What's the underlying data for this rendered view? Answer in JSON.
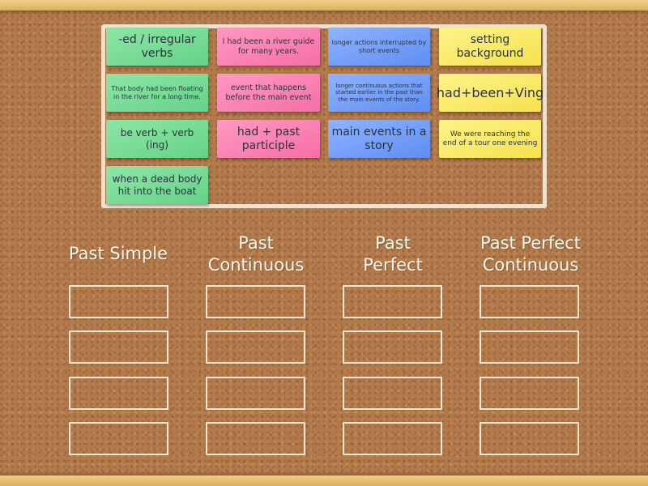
{
  "activity": {
    "type": "group-sort",
    "colors": {
      "green": "#7ddc98",
      "pink": "#f784b3",
      "blue": "#77a0f8",
      "yellow": "#f9ea6c",
      "cork": "#b27a4b",
      "frame": "#e6c073",
      "chalk": "#f6e6d2"
    }
  },
  "cards": [
    {
      "text": "-ed / irregular verbs",
      "color": "green"
    },
    {
      "text": "I had been a river guide for many years.",
      "color": "pink"
    },
    {
      "text": "longer actions interrupted by short events",
      "color": "blue"
    },
    {
      "text": "setting background",
      "color": "yellow"
    },
    {
      "text": "That body had been floating in the river for a long time.",
      "color": "green"
    },
    {
      "text": "event that happens before the main event",
      "color": "pink"
    },
    {
      "text": "longer continuous actions that started earlier in the past than the main events of the story.",
      "color": "blue"
    },
    {
      "text": "had+been+Ving",
      "color": "yellow"
    },
    {
      "text": "be verb + verb (ing)",
      "color": "green"
    },
    {
      "text": "had + past participle",
      "color": "pink"
    },
    {
      "text": "main events in a story",
      "color": "blue"
    },
    {
      "text": "We were reaching the end of a tour one evening",
      "color": "yellow"
    },
    {
      "text": "when a dead body hit into the boat",
      "color": "green"
    }
  ],
  "groups": [
    {
      "title": "Past Simple",
      "slots": 4
    },
    {
      "title": "Past Continuous",
      "slots": 4
    },
    {
      "title": "Past Perfect",
      "slots": 4
    },
    {
      "title": "Past Perfect Continuous",
      "slots": 4
    }
  ]
}
